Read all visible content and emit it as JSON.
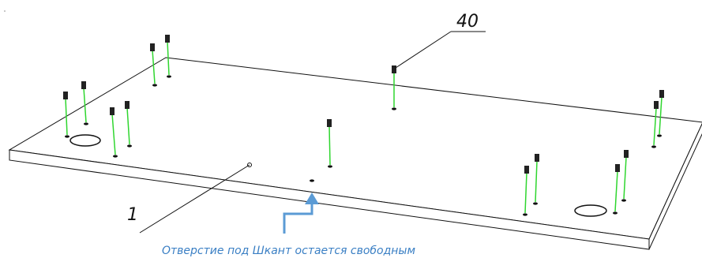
{
  "drawing": {
    "callouts": {
      "part_40": "40",
      "part_1": "1"
    },
    "note": "Отверстие под Шкант остается свободным",
    "colors": {
      "outline": "#111111",
      "screw": "#2fd62f",
      "note": "#3a7fc4",
      "arrow": "#5b9bd5",
      "dark": "#222222"
    }
  }
}
